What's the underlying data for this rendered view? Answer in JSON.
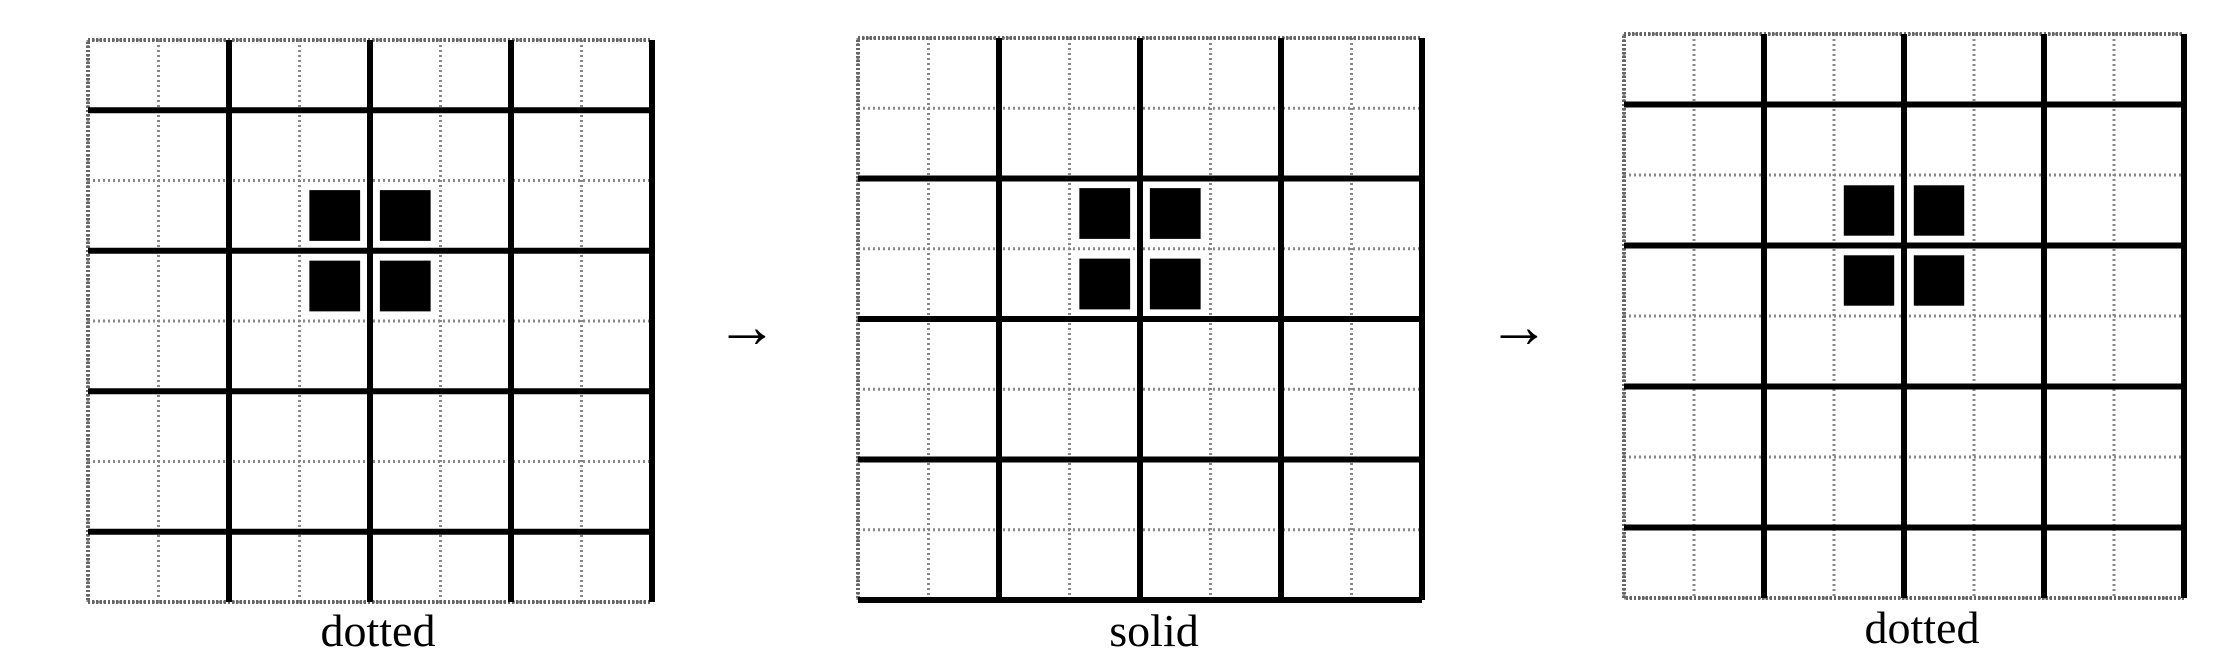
{
  "panels": [
    {
      "caption": "dotted"
    },
    {
      "caption": "solid"
    },
    {
      "caption": "dotted"
    }
  ],
  "arrows": [
    "→",
    "→"
  ],
  "colors": {
    "ink": "#000000",
    "dotted_line": "#888888",
    "background": "#ffffff"
  }
}
